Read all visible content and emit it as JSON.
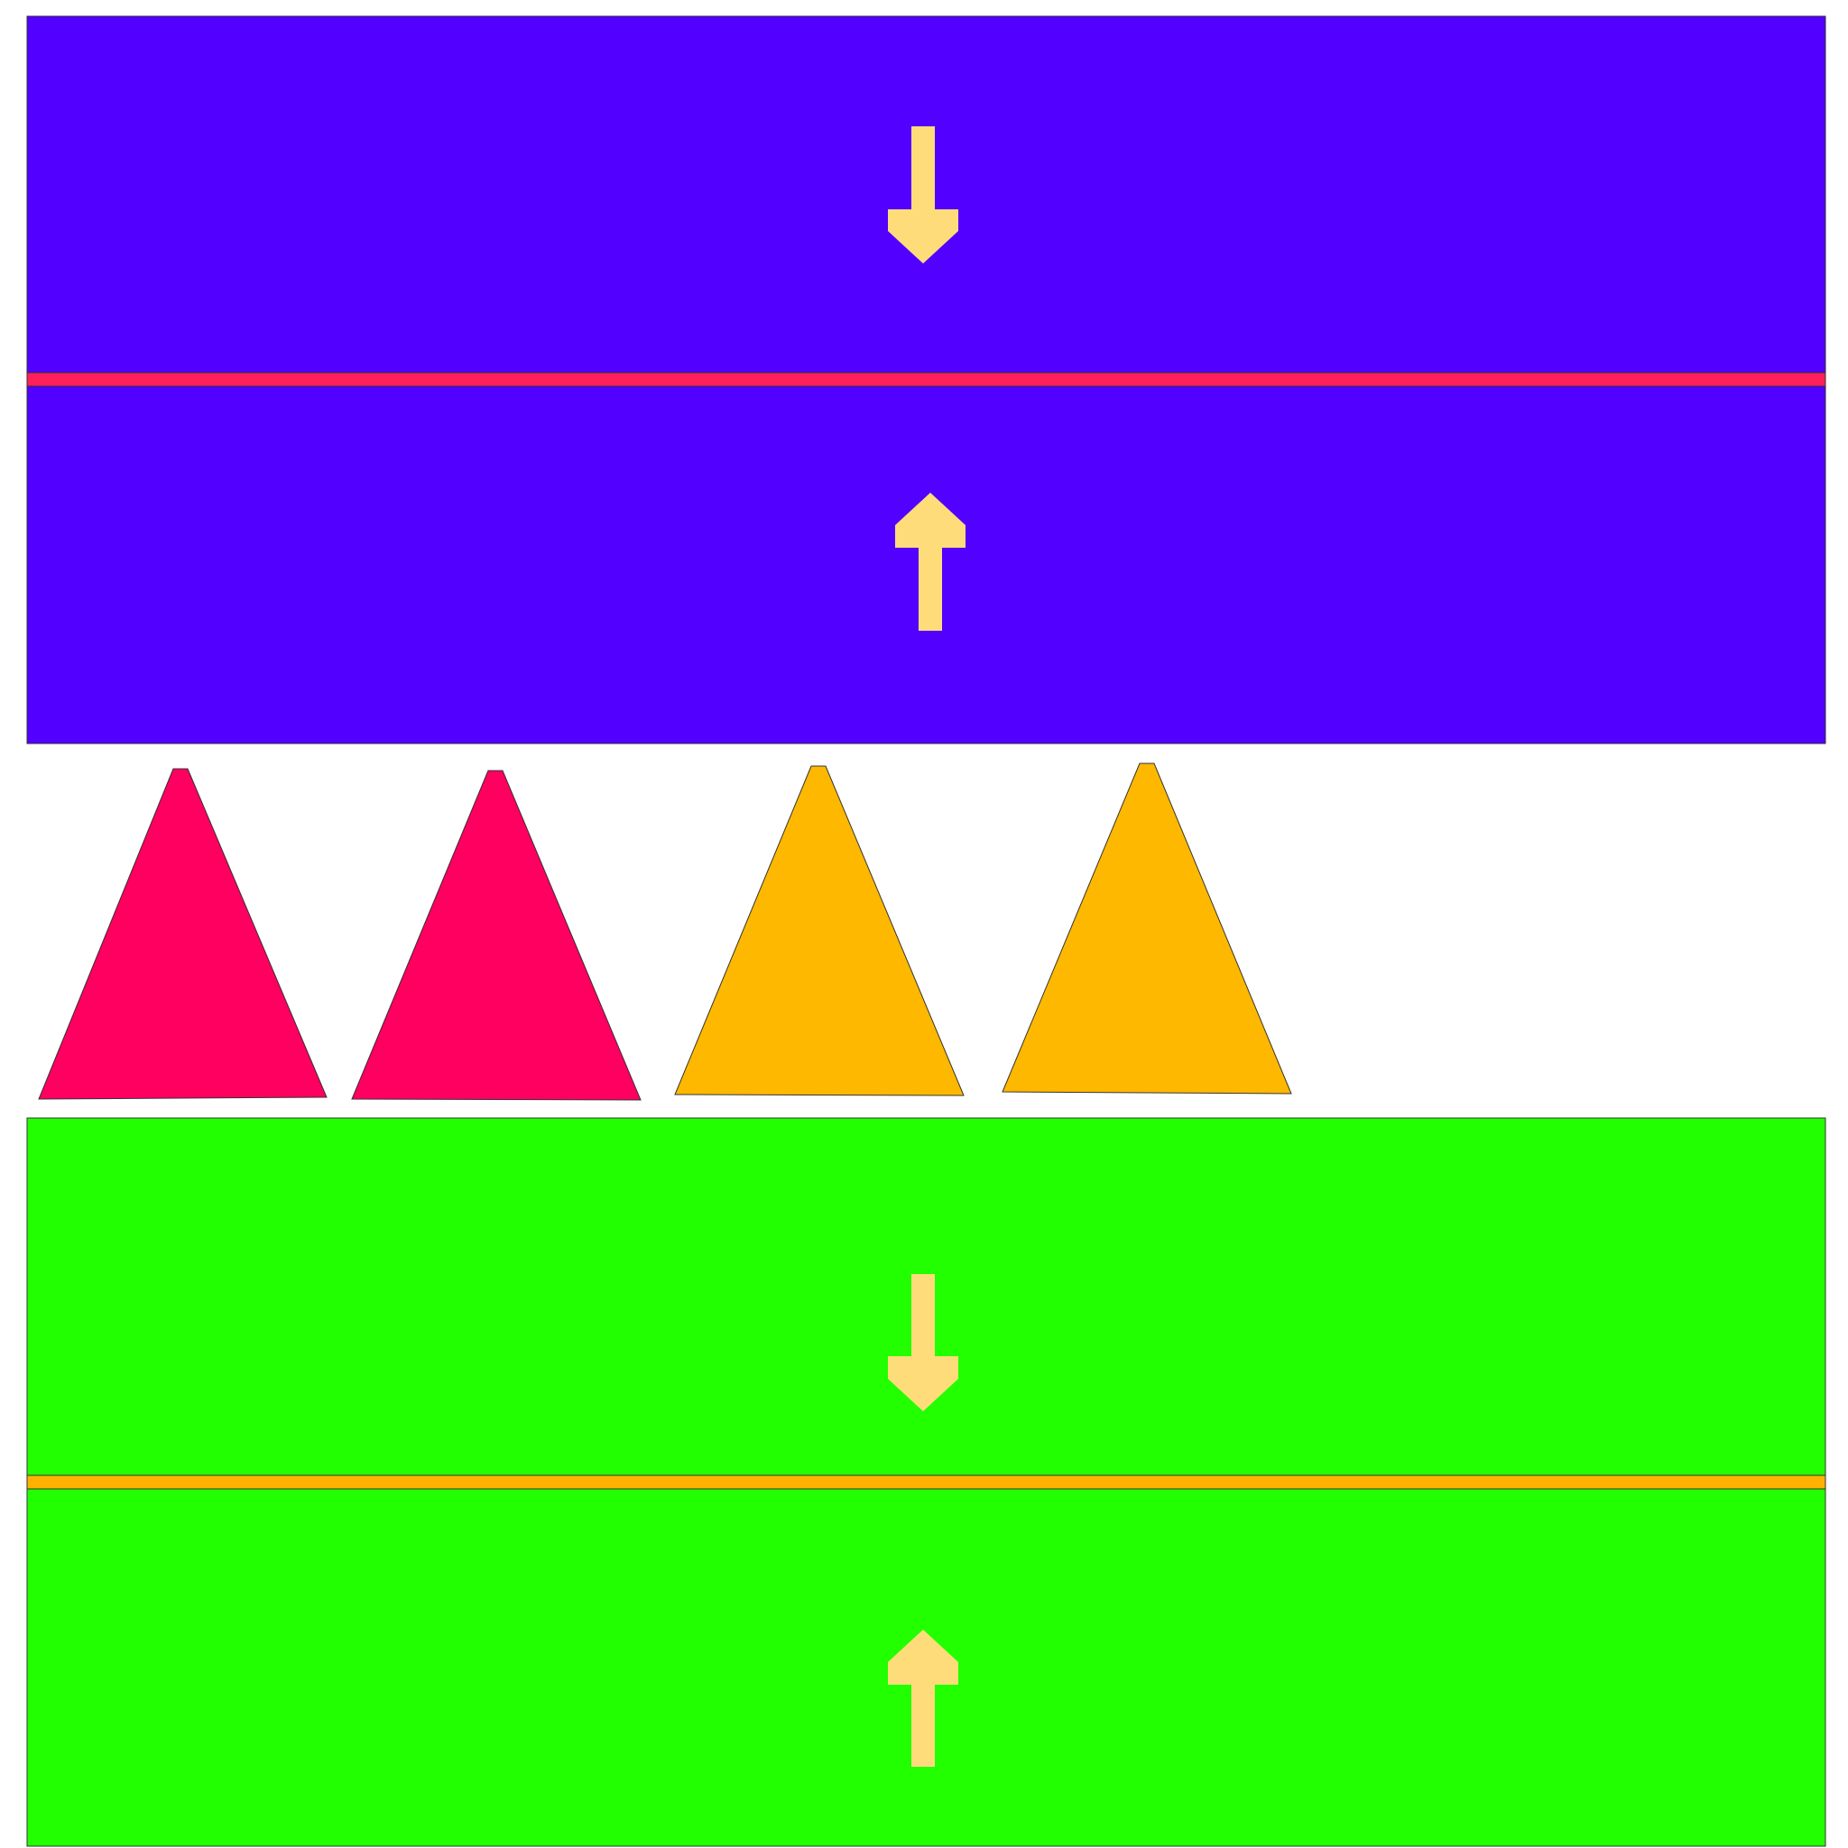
{
  "colors": {
    "background": "#ffffff",
    "outline": "#333333",
    "arrow": "#ffdc7a"
  },
  "panels": [
    {
      "name": "purple-panel",
      "color": "#5200ff",
      "divider_color": "#ff1f5a",
      "arrows": [
        "down-arrow-icon",
        "up-arrow-icon"
      ]
    },
    {
      "name": "green-panel",
      "color": "#22ff00",
      "divider_color": "#ffb300",
      "arrows": [
        "down-arrow-icon",
        "up-arrow-icon"
      ]
    }
  ],
  "triangles": [
    {
      "name": "triangle-pink-1",
      "color": "#ff0060"
    },
    {
      "name": "triangle-pink-2",
      "color": "#ff0060"
    },
    {
      "name": "triangle-orange-1",
      "color": "#ffb800"
    },
    {
      "name": "triangle-orange-2",
      "color": "#ffb800"
    }
  ]
}
